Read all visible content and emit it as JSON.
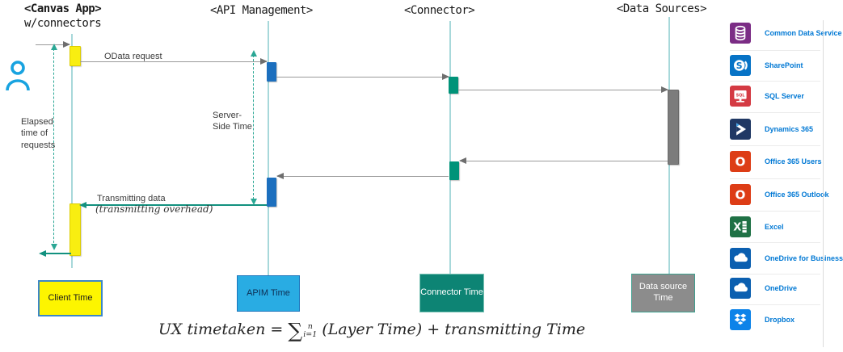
{
  "actors": [
    {
      "title": "<Canvas App>",
      "subtitle": "w/connectors"
    },
    {
      "title": "<API Management>"
    },
    {
      "title": "<Connector>"
    },
    {
      "title": "<Data Sources>"
    }
  ],
  "messages": {
    "odata_request": "OData request",
    "transmitting_data": "Transmitting data",
    "transmitting_overhead": "(transmitting overhead)"
  },
  "measurements": {
    "elapsed_time": "Elapsed time of requests",
    "server_side_time": "Server-Side Time"
  },
  "legend": [
    {
      "label": "Client Time",
      "color": "#fdf500"
    },
    {
      "label": "APIM Time",
      "color": "#29ace3"
    },
    {
      "label": "Connector Time",
      "color": "#0d8474"
    },
    {
      "label": "Data source Time",
      "color": "#8c8c8c"
    }
  ],
  "formula": {
    "lhs": "UX timetaken =",
    "sum": "∑",
    "sum_upper": "n",
    "sum_lower": "i=1",
    "body": "(Layer Time) +  transmitting Time"
  },
  "sidebar": {
    "items": [
      {
        "label": "Common Data Service",
        "icon": "common-data-service"
      },
      {
        "label": "SharePoint",
        "icon": "sharepoint",
        "glyph": "S"
      },
      {
        "label": "SQL Server",
        "icon": "sql-server",
        "glyph": "SQL"
      },
      {
        "label": "Dynamics 365",
        "icon": "dynamics-365"
      },
      {
        "label": "Office 365 Users",
        "icon": "office-365",
        "glyph": "O"
      },
      {
        "label": "Office 365 Outlook",
        "icon": "office-365",
        "glyph": "O"
      },
      {
        "label": "Excel",
        "icon": "excel",
        "glyph": "X"
      },
      {
        "label": "OneDrive for Business",
        "icon": "onedrive"
      },
      {
        "label": "OneDrive",
        "icon": "onedrive"
      },
      {
        "label": "Dropbox",
        "icon": "dropbox"
      }
    ]
  },
  "colors": {
    "lifeline": "#a7d8da",
    "client_activation": "#f8ee11",
    "apim_activation": "#1c6fbe",
    "connector_activation": "#009379",
    "datasource_activation": "#7c7c7c",
    "message_line": "#9a9a9a",
    "teal_arrow": "#12917f",
    "sidebar_label_blue": "#0078d4"
  }
}
